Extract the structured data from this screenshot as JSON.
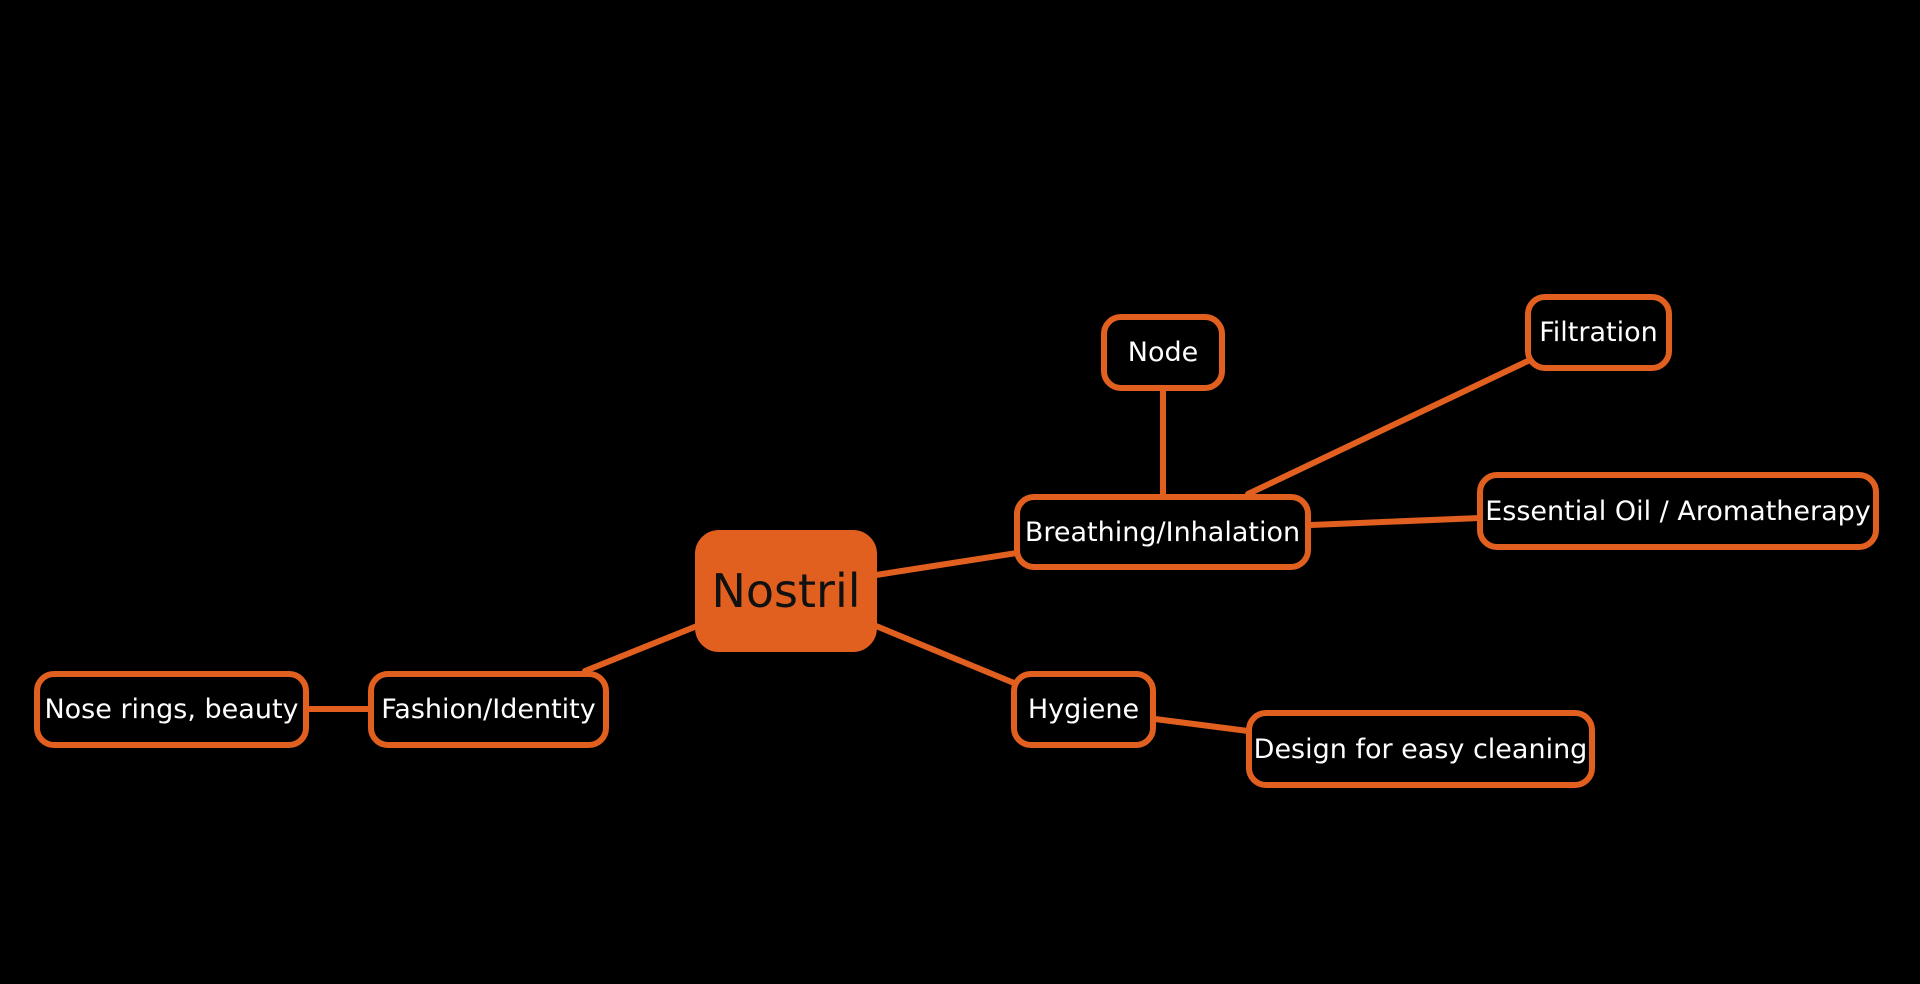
{
  "mindmap": {
    "colors": {
      "background": "#000000",
      "accent": "#e2601f",
      "node_text": "#ffffff",
      "root_text": "#111111"
    },
    "root": {
      "id": "nostril",
      "label": "Nostril"
    },
    "nodes": [
      {
        "id": "breathing",
        "label": "Breathing/Inhalation",
        "parent": "nostril"
      },
      {
        "id": "node",
        "label": "Node",
        "parent": "breathing"
      },
      {
        "id": "filtration",
        "label": "Filtration",
        "parent": "breathing"
      },
      {
        "id": "essential",
        "label": "Essential Oil / Aromatherapy",
        "parent": "breathing"
      },
      {
        "id": "hygiene",
        "label": "Hygiene",
        "parent": "nostril"
      },
      {
        "id": "cleaning",
        "label": "Design for easy cleaning",
        "parent": "hygiene"
      },
      {
        "id": "fashion",
        "label": "Fashion/Identity",
        "parent": "nostril"
      },
      {
        "id": "noserings",
        "label": "Nose rings, beauty",
        "parent": "fashion"
      }
    ]
  }
}
